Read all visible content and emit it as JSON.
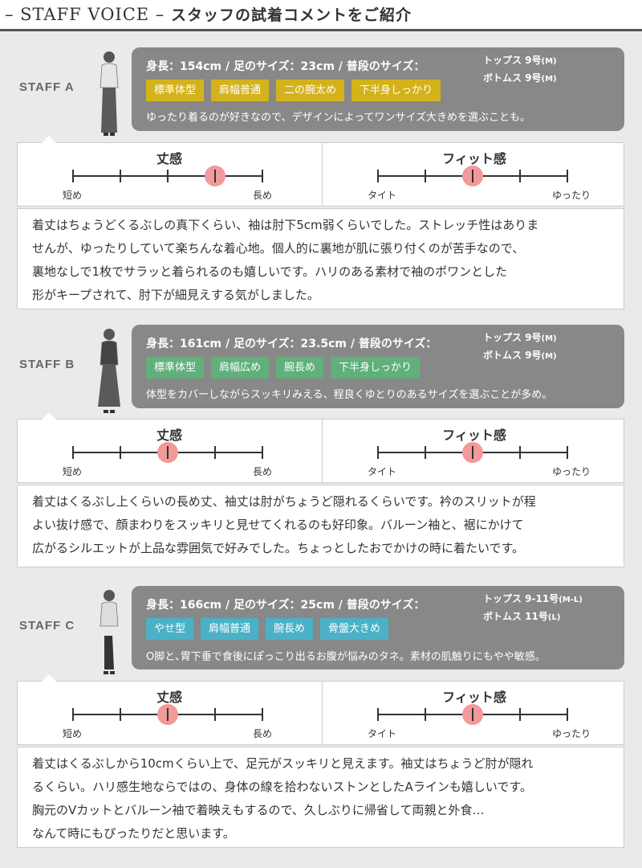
{
  "header": {
    "title_en": "– STAFF VOICE –",
    "title_ja": "スタッフの試着コメントをご紹介"
  },
  "colors": {
    "accent_gray": "#888888",
    "dot_pink": "#f2999a",
    "tag_yellow": "#d4b21b",
    "tag_green": "#5fb07a",
    "tag_blue": "#4bb1c6"
  },
  "staff": [
    {
      "label": "STAFF A",
      "stats": "身長：154cm / 足のサイズ：23cm / 普段のサイズ：",
      "tops_size": "トップス 9号",
      "tops_note": "(M)",
      "bottoms_size": "ボトムス 9号",
      "bottoms_note": "(M)",
      "tags": [
        "標準体型",
        "肩幅普通",
        "二の腕太め",
        "下半身しっかり"
      ],
      "tag_color": "yellow",
      "desc": "ゆったり着るのが好きなので、デザインによってワンサイズ大きめを選ぶことも。",
      "length": {
        "title": "丈感",
        "low": "短め",
        "high": "長め",
        "level": 4
      },
      "fit": {
        "title": "フィット感",
        "low": "タイト",
        "high": "ゆったり",
        "level": 3
      },
      "comment": [
        "着丈はちょうどくるぶしの真下くらい、袖は肘下5cm弱くらいでした。ストレッチ性はありま",
        "せんが、ゆったりしていて楽ちんな着心地。個人的に裏地が肌に張り付くのが苦手なので、",
        "裏地なしで1枚でサラッと着られるのも嬉しいです。ハリのある素材で袖のポワンとした",
        "形がキープされて、肘下が細見えする気がしました。"
      ]
    },
    {
      "label": "STAFF B",
      "stats": "身長：161cm / 足のサイズ：23.5cm / 普段のサイズ：",
      "tops_size": "トップス 9号",
      "tops_note": "(M)",
      "bottoms_size": "ボトムス 9号",
      "bottoms_note": "(M)",
      "tags": [
        "標準体型",
        "肩幅広め",
        "腕長め",
        "下半身しっかり"
      ],
      "tag_color": "green",
      "desc": "体型をカバーしながらスッキリみえる、程良くゆとりのあるサイズを選ぶことが多め。",
      "length": {
        "title": "丈感",
        "low": "短め",
        "high": "長め",
        "level": 3
      },
      "fit": {
        "title": "フィット感",
        "low": "タイト",
        "high": "ゆったり",
        "level": 3
      },
      "comment": [
        "着丈はくるぶし上くらいの長め丈、袖丈は肘がちょうど隠れるくらいです。衿のスリットが程",
        "よい抜け感で、顔まわりをスッキリと見せてくれるのも好印象。バルーン袖と、裾にかけて",
        "広がるシルエットが上品な雰囲気で好みでした。ちょっとしたおでかけの時に着たいです。"
      ]
    },
    {
      "label": "STAFF C",
      "stats": "身長：166cm / 足のサイズ：25cm / 普段のサイズ：",
      "tops_size": "トップス 9-11号",
      "tops_note": "(M-L)",
      "bottoms_size": "ボトムス 11号",
      "bottoms_note": "(L)",
      "tags": [
        "やせ型",
        "肩幅普通",
        "腕長め",
        "骨盤大きめ"
      ],
      "tag_color": "blue",
      "desc": "O脚と､胃下垂で食後にぽっこり出るお腹が悩みのタネ。素材の肌触りにもやや敏感。",
      "length": {
        "title": "丈感",
        "low": "短め",
        "high": "長め",
        "level": 3
      },
      "fit": {
        "title": "フィット感",
        "low": "タイト",
        "high": "ゆったり",
        "level": 3
      },
      "comment": [
        "着丈はくるぶしから10cmくらい上で、足元がスッキリと見えます。袖丈はちょうど肘が隠れ",
        "るくらい。ハリ感生地ならではの、身体の線を拾わないストンとしたAラインも嬉しいです。",
        "胸元のVカットとバルーン袖で着映えもするので、久しぶりに帰省して両親と外食…",
        "なんて時にもぴったりだと思います。"
      ]
    }
  ]
}
